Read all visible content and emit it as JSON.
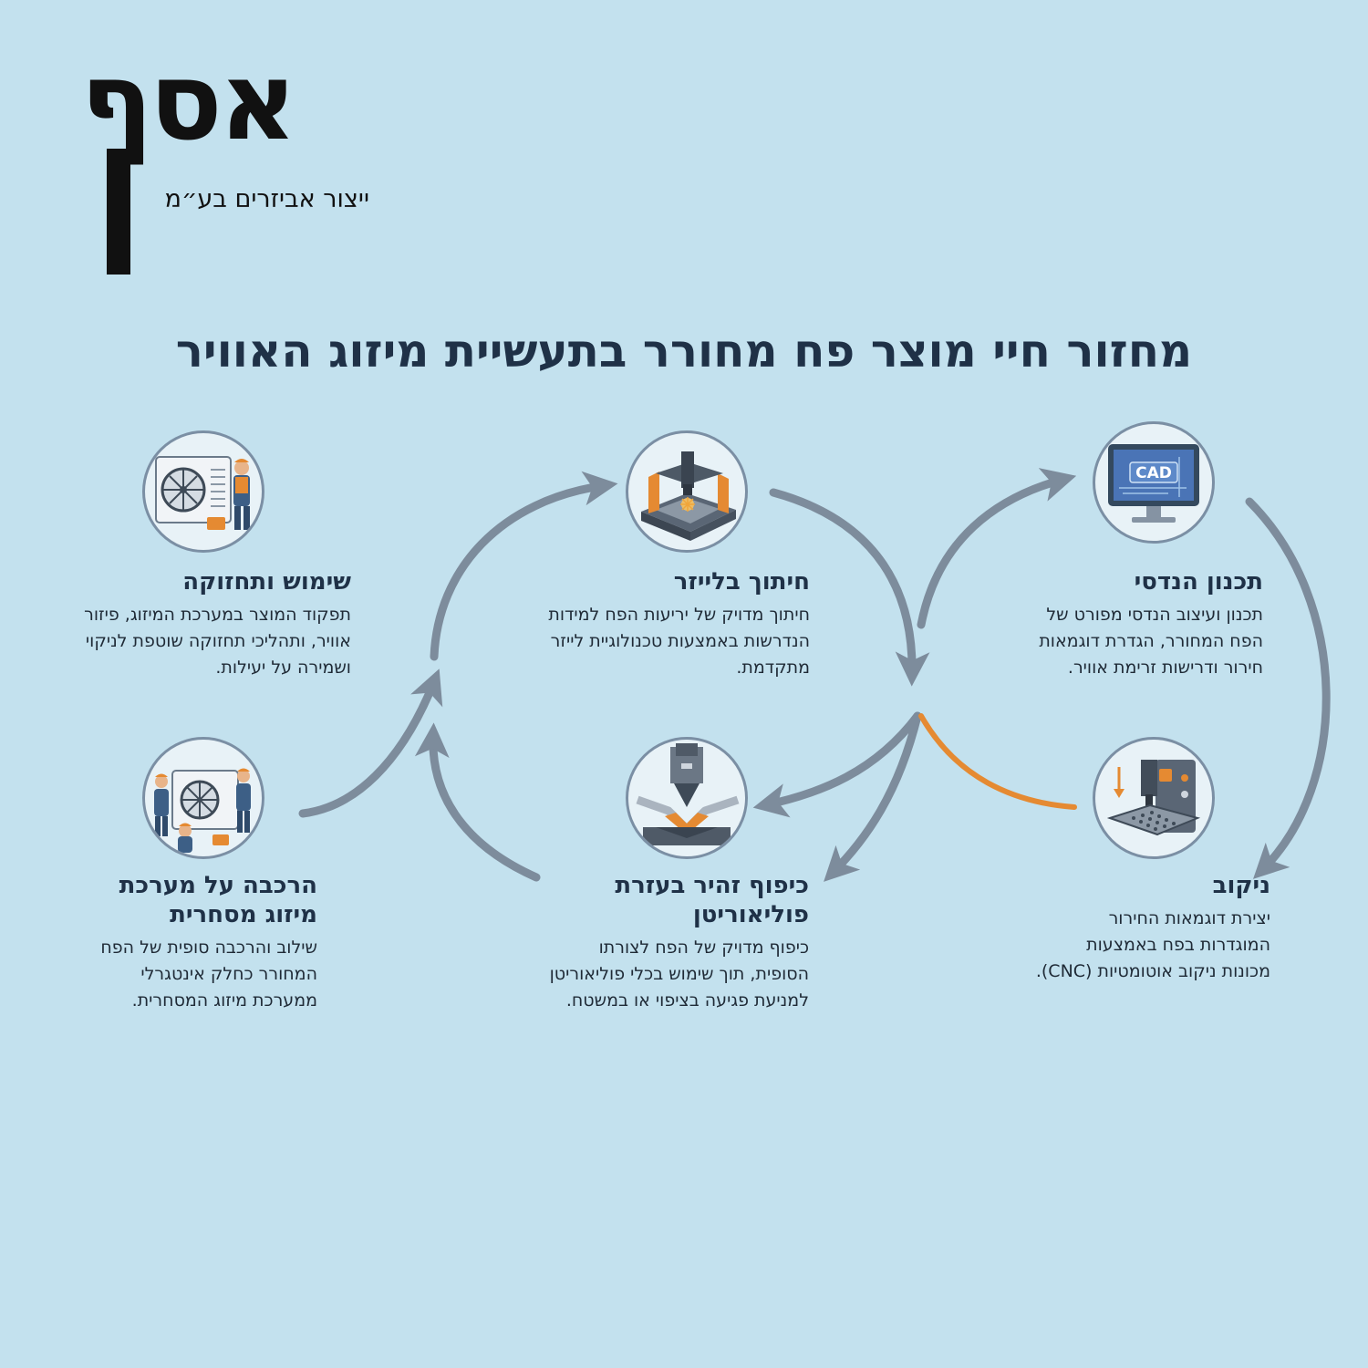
{
  "brand": {
    "name": "אסף",
    "tagline": "ייצור אביזרים בע״מ"
  },
  "title": "מחזור חיי מוצר פח מחורר בתעשיית מיזוג האוויר",
  "steps": [
    {
      "id": "design",
      "icon": "cad-monitor-icon",
      "icon_text": "CAD",
      "title": "תכנון הנדסי",
      "text": "תכנון ועיצוב הנדסי מפורט של הפח המחורר, הגדרת דוגמאות חירור ודרישות זרימת אוויר."
    },
    {
      "id": "laser",
      "icon": "laser-cutter-icon",
      "title": "חיתוך בלייזר",
      "text": "חיתוך מדויק של יריעות הפח למידות הנדרשות באמצעות טכנולוגיית לייזר מתקדמת."
    },
    {
      "id": "usage",
      "icon": "ac-unit-technician-icon",
      "title": "שימוש ותחזוקה",
      "text": "תפקוד המוצר במערכת המיזוג, פיזור אוויר, ותהליכי תחזוקה שוטפת לניקוי ושמירה על יעילות."
    },
    {
      "id": "punching",
      "icon": "cnc-punch-icon",
      "title": "ניקוב",
      "text": "יצירת דוגמאות החירור המוגדרות בפח באמצעות מכונות ניקוב אוטומטיות (CNC)."
    },
    {
      "id": "bending",
      "icon": "press-brake-icon",
      "title": "כיפוף זהיר בעזרת פוליאוריטן",
      "text": "כיפוף מדויק של הפח לצורתו הסופית, תוך שימוש בכלי פוליאוריטן למניעת פגיעה בציפוי או במשטח."
    },
    {
      "id": "assembly",
      "icon": "assembly-team-icon",
      "title": "הרכבה על מערכת מיזוג מסחרית",
      "text": "שילוב והרכבה סופית של הפח המחורר כחלק אינטגרלי ממערכת מיזוג המסחרית."
    }
  ],
  "colors": {
    "arrow": "#7d8c9c",
    "accent": "#e58a32",
    "title": "#1f3147",
    "background": "#c3e1ee"
  }
}
